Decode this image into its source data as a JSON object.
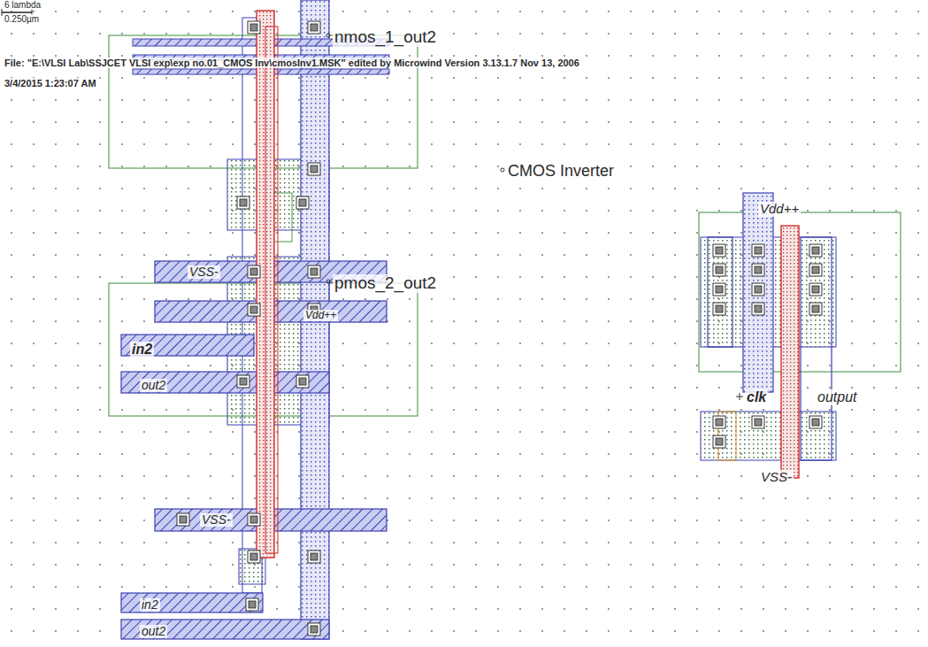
{
  "diagram": {
    "labels": [
      "6 lambda",
      "0.250µm",
      "File: \"E:\\VLSI Lab\\SSJCET VLSI exp\\exp no.01_CMOS Inv\\cmosInv1.MSK\" edited by Microwind Version 3.13.1.7 Nov 13, 2006",
      "3/4/2015 1:23:07 AM",
      "nmos_1_out2",
      "CMOS Inverter",
      "VSS-",
      "pmos_2_out2",
      "Vdd++",
      "in2",
      "out2",
      "VSS-",
      "in2",
      "out2",
      "Vdd++",
      "clk",
      "output",
      "VSS-"
    ]
  }
}
